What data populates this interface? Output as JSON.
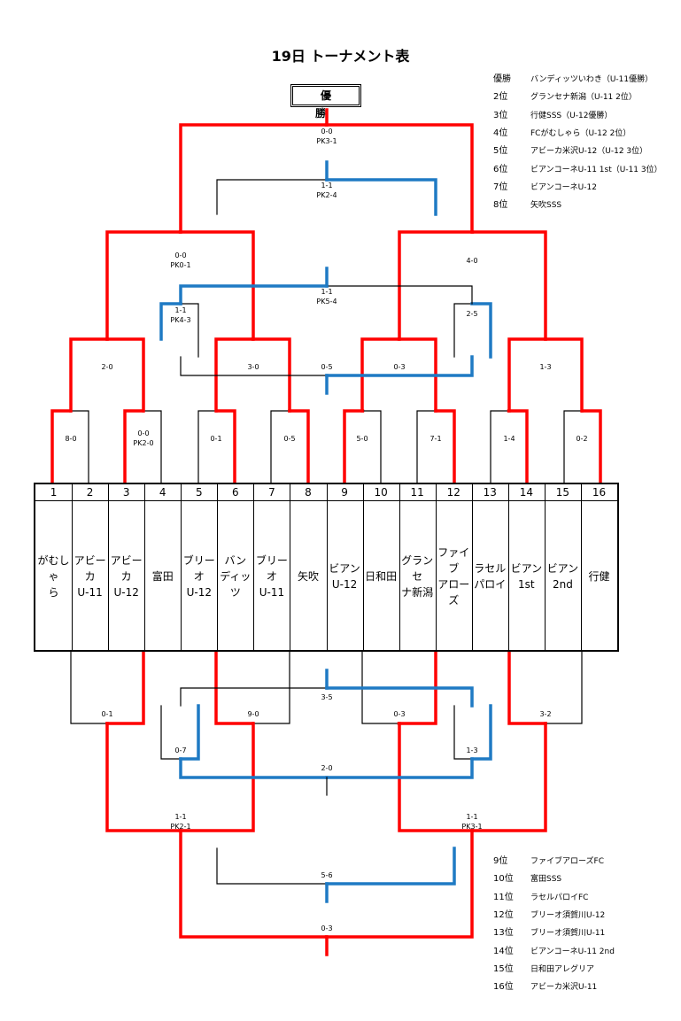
{
  "title": "19日 トーナメント表",
  "winner_label": "優　勝",
  "top_ranks": [
    {
      "pos": "優勝",
      "team": "バンディッツいわき（U-11優勝）"
    },
    {
      "pos": "2位",
      "team": "グランセナ新潟（U-11 2位）"
    },
    {
      "pos": "3位",
      "team": "行健SSS（U-12優勝）"
    },
    {
      "pos": "4位",
      "team": "FCがむしゃら（U-12 2位）"
    },
    {
      "pos": "5位",
      "team": "アビーカ米沢U-12（U-12 3位）"
    },
    {
      "pos": "6位",
      "team": "ビアンコーネU-11 1st（U-11 3位）"
    },
    {
      "pos": "7位",
      "team": "ビアンコーネU-12"
    },
    {
      "pos": "8位",
      "team": "矢吹SSS"
    }
  ],
  "bottom_ranks": [
    {
      "pos": "9位",
      "team": "ファイブアローズFC"
    },
    {
      "pos": "10位",
      "team": "富田SSS"
    },
    {
      "pos": "11位",
      "team": "ラセルパロイFC"
    },
    {
      "pos": "12位",
      "team": "ブリーオ須賀川U-12"
    },
    {
      "pos": "13位",
      "team": "ブリーオ須賀川U-11"
    },
    {
      "pos": "14位",
      "team": "ビアンコーネU-11 2nd"
    },
    {
      "pos": "15位",
      "team": "日和田アレグリア"
    },
    {
      "pos": "16位",
      "team": "アビーカ米沢U-11"
    }
  ],
  "teams": [
    {
      "num": "1",
      "name": "がむしゃ\nら"
    },
    {
      "num": "2",
      "name": "アビーカ\nU-11"
    },
    {
      "num": "3",
      "name": "アビーカ\nU-12"
    },
    {
      "num": "4",
      "name": "富田"
    },
    {
      "num": "5",
      "name": "ブリーオ\nU-12"
    },
    {
      "num": "6",
      "name": "バン\nディッツ"
    },
    {
      "num": "7",
      "name": "ブリーオ\nU-11"
    },
    {
      "num": "8",
      "name": "矢吹"
    },
    {
      "num": "9",
      "name": "ビアン\nU-12"
    },
    {
      "num": "10",
      "name": "日和田"
    },
    {
      "num": "11",
      "name": "グランセ\nナ新潟"
    },
    {
      "num": "12",
      "name": "ファイブ\nアローズ"
    },
    {
      "num": "13",
      "name": "ラセル\nパロイ"
    },
    {
      "num": "14",
      "name": "ビアン\n1st"
    },
    {
      "num": "15",
      "name": "ビアン\n2nd"
    },
    {
      "num": "16",
      "name": "行健"
    }
  ],
  "scores": {
    "r1_1": "8-0",
    "r1_2": "0-0\nPK2-0",
    "r1_3": "0-1",
    "r1_4": "0-5",
    "r1_5": "5-0",
    "r1_6": "7-1",
    "r1_7": "1-4",
    "r1_8": "0-2",
    "r2_1": "2-0",
    "r2_2": "3-0",
    "r2_3": "0-3",
    "r2_4": "1-3",
    "sf_1": "0-0\nPK0-1",
    "sf_2": "4-0",
    "final": "0-0\nPK3-1",
    "third": "1-1\nPK2-4",
    "c5_1": "1-1\nPK4-3",
    "c5_2": "2-5",
    "c5_3": "0-5",
    "c5_final": "1-1\nPK5-4",
    "l_1": "0-1",
    "l_2": "9-0",
    "l_3": "0-3",
    "l_4": "3-2",
    "l_5": "0-7",
    "l_6": "1-3",
    "l_7": "3-5",
    "l_8": "2-0",
    "l_9": "1-1\nPK2-1",
    "l_10": "1-1\nPK3-1",
    "l_11": "5-6",
    "l_12": "0-3"
  },
  "colors": {
    "winner": "#ff0000",
    "fifth": "#1f7ac4",
    "line": "#000000"
  }
}
